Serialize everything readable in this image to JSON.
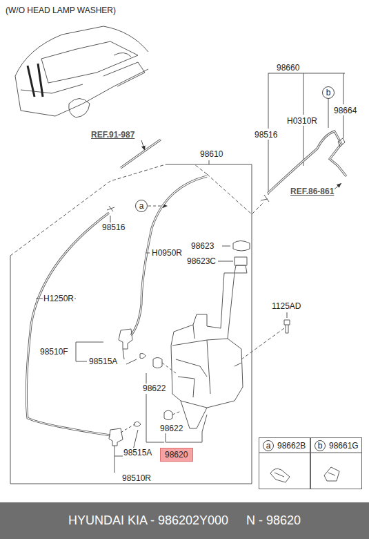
{
  "diagram": {
    "title": "(W/O HEAD LAMP WASHER)",
    "nodes": [
      {
        "text": [
          "a"
        ]
      },
      {
        "text": [
          "b"
        ]
      },
      {
        "text": [
          "98662B"
        ]
      },
      {
        "text": [
          "a"
        ],
        "in": 2
      },
      {
        "text": [
          "98661G"
        ]
      },
      {
        "text": [
          "b"
        ],
        "in": 4
      },
      {
        "text": [
          "98620"
        ]
      },
      {
        "text": [
          "HYUNDAI KIA - 986202Y000",
          "N - 98620"
        ]
      }
    ],
    "labels": [
      "REF.91-987",
      "98610",
      "98660",
      "98516",
      "H0310R",
      "98664",
      "REF.86-861",
      "98516",
      "H0950R",
      "98623",
      "98623C",
      "H1250R",
      "1125AD",
      "98510F",
      "98515A",
      "98622",
      "98622",
      "98515A",
      "98510R"
    ]
  }
}
